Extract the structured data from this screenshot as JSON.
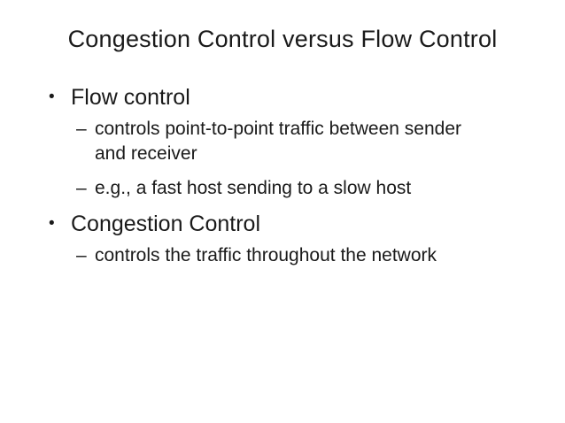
{
  "slide": {
    "title": "Congestion Control versus Flow Control",
    "glyphs": {
      "bullet": "•",
      "dash": "–"
    },
    "colors": {
      "background": "#ffffff",
      "text": "#1a1a1a"
    },
    "bullets": [
      {
        "label": "Flow control",
        "subs": [
          "controls point-to-point traffic between sender\nand receiver",
          "e.g., a fast host sending to a slow host"
        ]
      },
      {
        "label": "Congestion Control",
        "subs": [
          "controls the traffic throughout the network"
        ]
      }
    ]
  }
}
